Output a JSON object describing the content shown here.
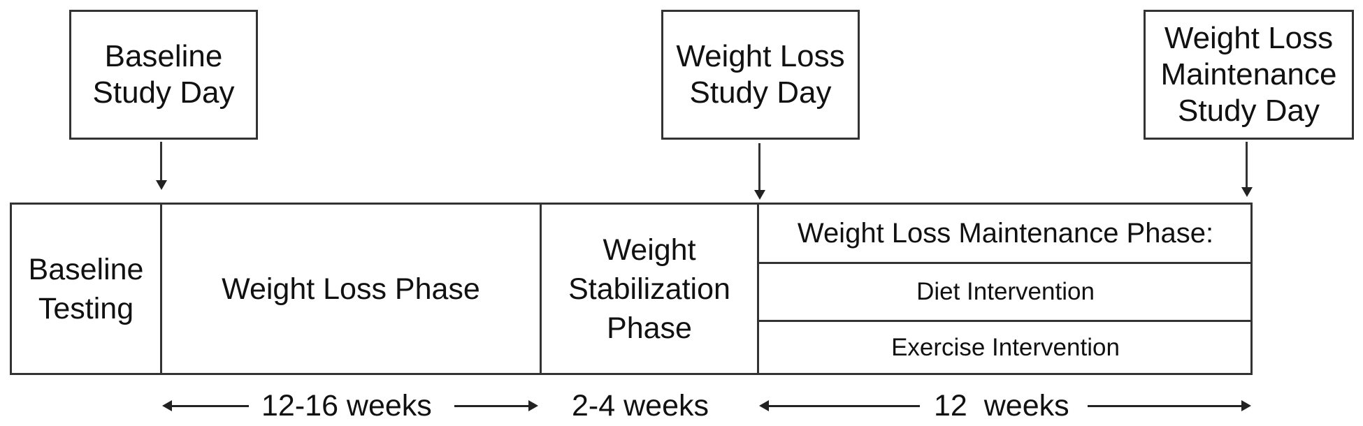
{
  "study_days": [
    {
      "lines": [
        "Baseline",
        "Study Day"
      ]
    },
    {
      "lines": [
        "Weight Loss",
        "Study Day"
      ]
    },
    {
      "lines": [
        "Weight Loss",
        "Maintenance",
        "Study Day"
      ]
    }
  ],
  "phases": {
    "baseline_testing": [
      "Baseline",
      "Testing"
    ],
    "weight_loss": "Weight Loss Phase",
    "stabilization": [
      "Weight",
      "Stabilization",
      "Phase"
    ],
    "maintenance_title": "Weight Loss Maintenance Phase:",
    "diet": "Diet Intervention",
    "exercise": "Exercise Intervention"
  },
  "durations": {
    "weight_loss": "12-16 weeks",
    "stabilization": "2-4 weeks",
    "maintenance": "12  weeks"
  }
}
